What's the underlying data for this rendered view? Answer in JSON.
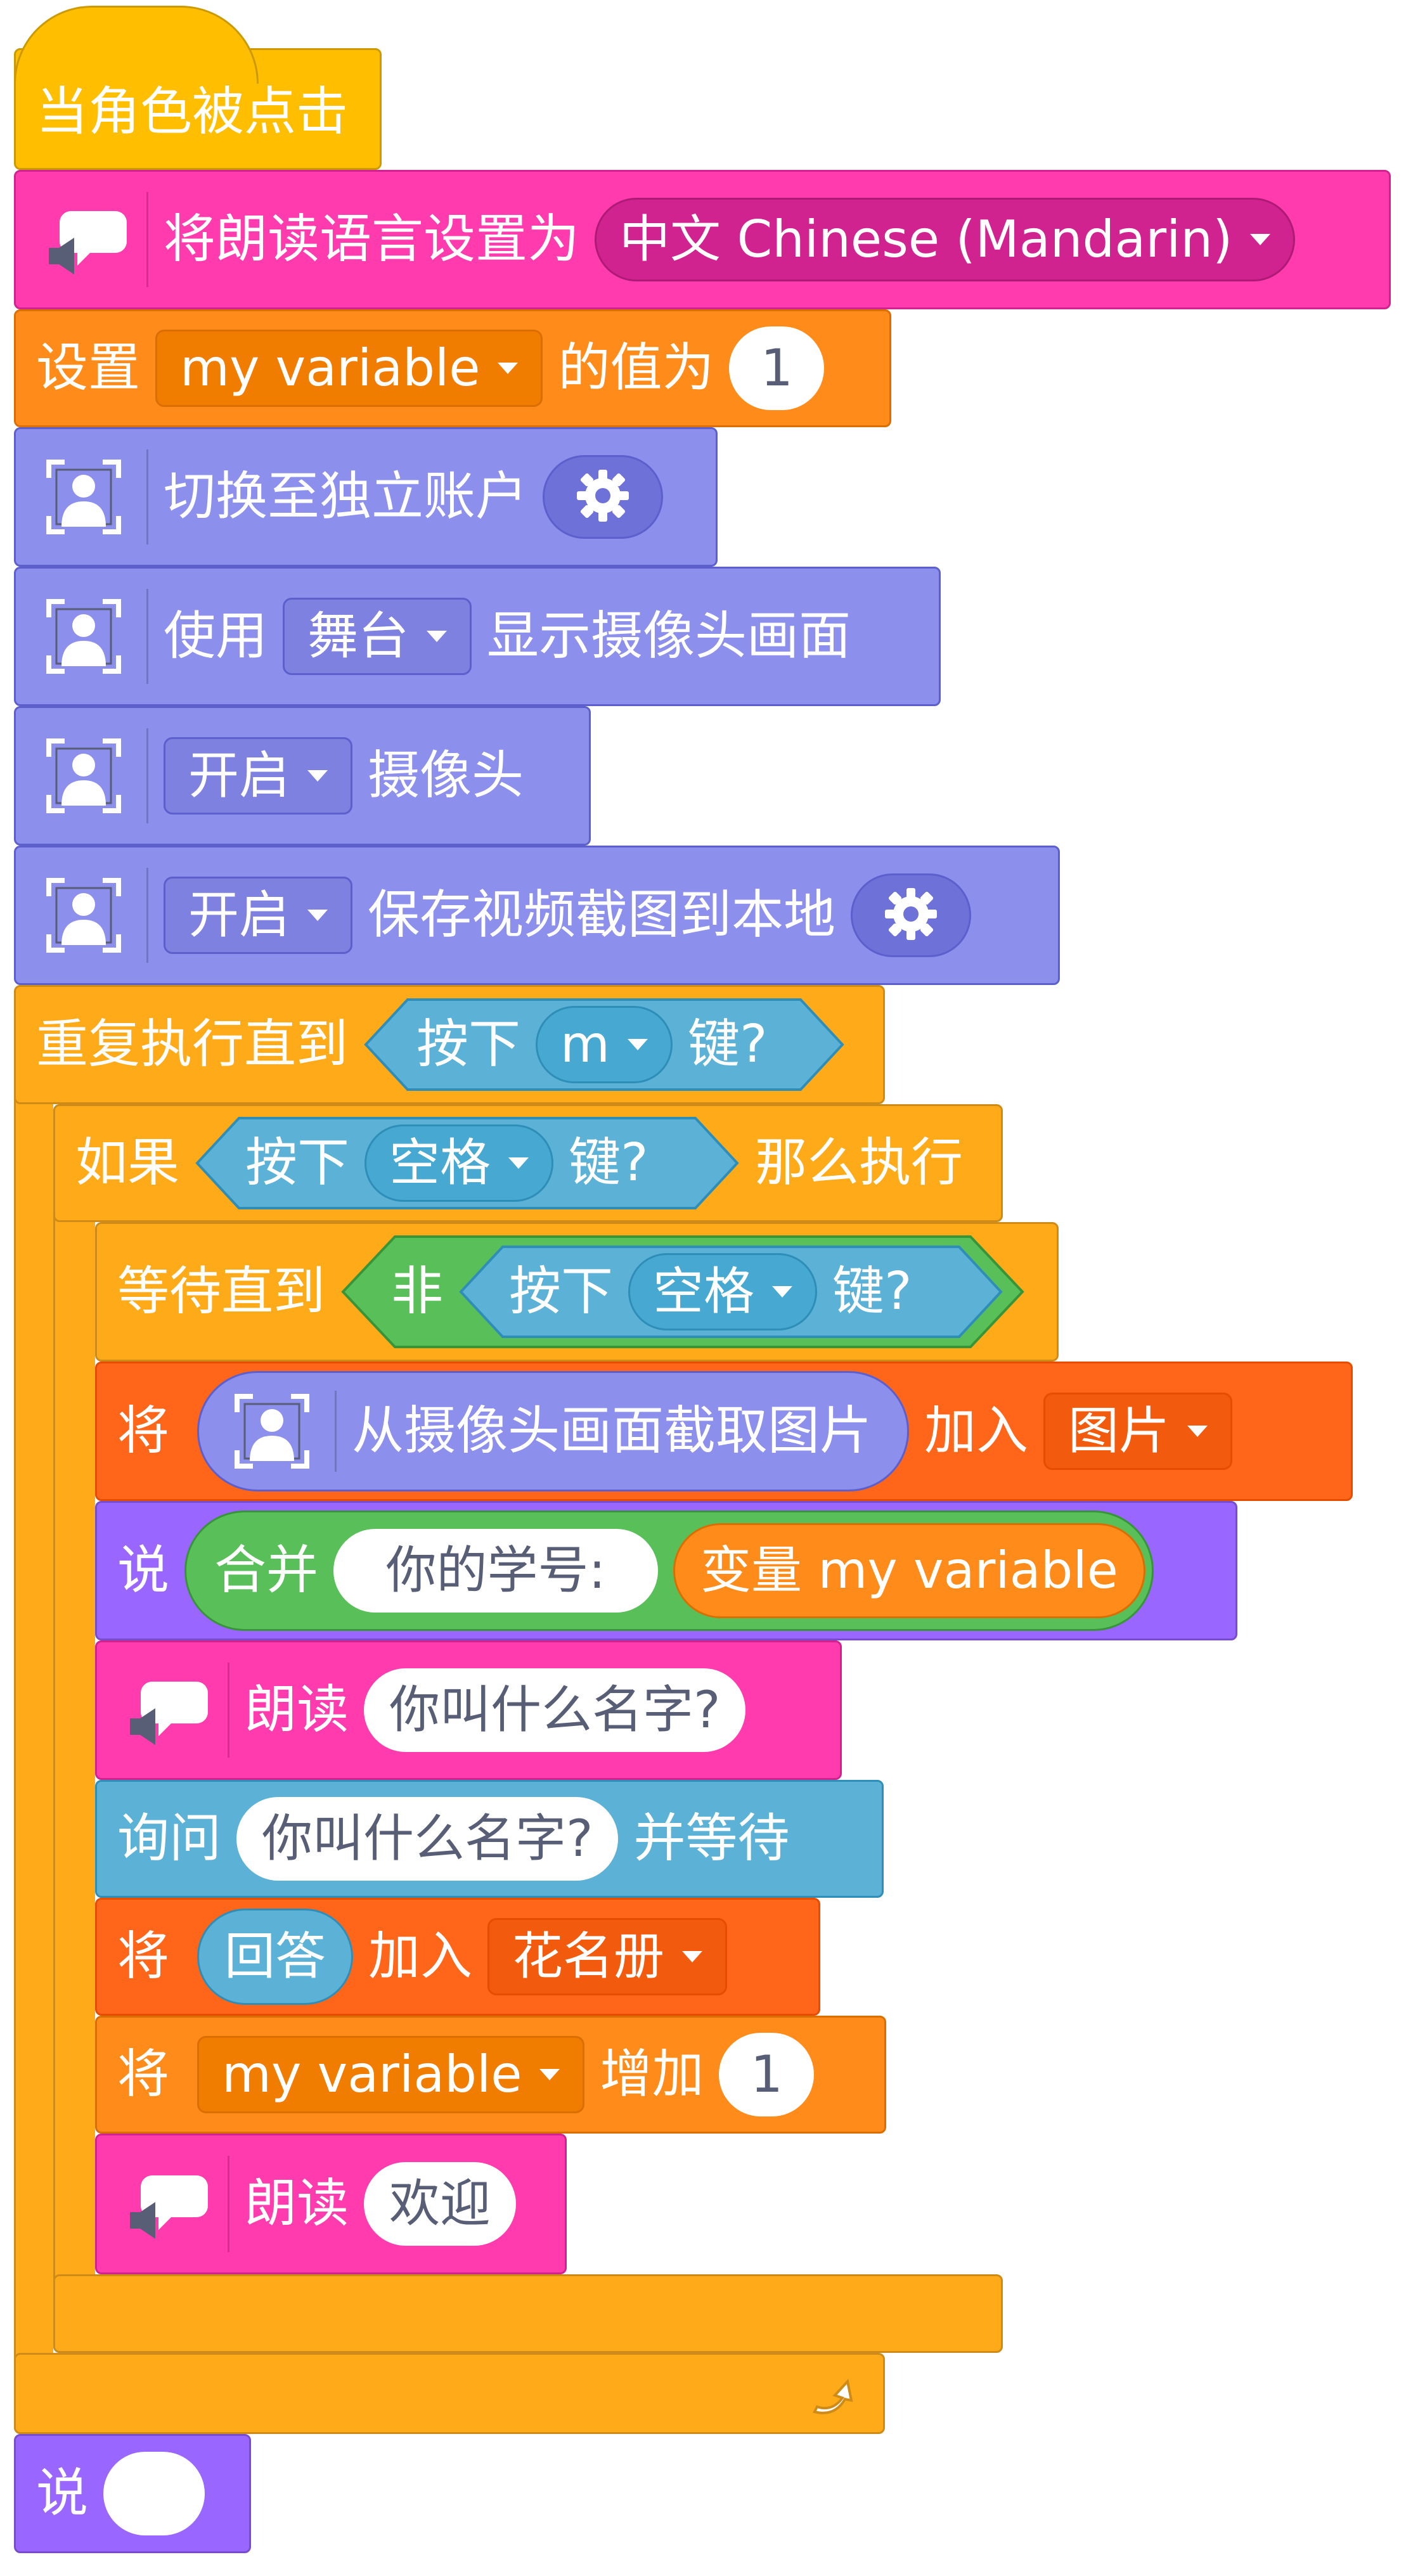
{
  "colors": {
    "event": "#FFBF00",
    "event_border": "#CC9900",
    "tts": "#FF3BAE",
    "tts_border": "#D1238F",
    "variables": "#FF8C1A",
    "variables_border": "#DB6E00",
    "camera": "#8C8FEB",
    "camera_border": "#5C5FCC",
    "control": "#FFAB19",
    "control_border": "#CF8B17",
    "sensing": "#5CB1D6",
    "sensing_border": "#2E8EB8",
    "operators": "#59C059",
    "operators_border": "#389438",
    "looks": "#9966FF",
    "looks_border": "#774DCB",
    "lists": "#FF661A",
    "lists_border": "#E64D00",
    "text_white": "#FFFFFF",
    "input_text": "#575E75"
  },
  "blocks": {
    "when_clicked": {
      "label": "当角色被点击"
    },
    "set_tts_language": {
      "icon": "speech-bubble-speaker-icon",
      "label": "将朗读语言设置为",
      "value": "中文 Chinese (Mandarin)"
    },
    "set_variable": {
      "label_before": "设置",
      "variable": "my variable",
      "label_after": "的值为",
      "value": "1"
    },
    "switch_account": {
      "icon": "camera-person-icon",
      "label": "切换至独立账户",
      "gear_icon": "gear-icon"
    },
    "show_camera": {
      "icon": "camera-person-icon",
      "label_before": "使用",
      "target": "舞台",
      "label_after": "显示摄像头画面"
    },
    "camera_toggle": {
      "icon": "camera-person-icon",
      "state": "开启",
      "label": "摄像头"
    },
    "save_snapshot": {
      "icon": "camera-person-icon",
      "state": "开启",
      "label": "保存视频截图到本地",
      "gear_icon": "gear-icon"
    },
    "repeat_until": {
      "label": "重复执行直到",
      "cond_before": "按下",
      "key": "m",
      "cond_after": "键?",
      "loop_icon": "loop-arrow-icon"
    },
    "if_then": {
      "label_before": "如果",
      "cond_before": "按下",
      "key": "空格",
      "cond_after": "键?",
      "label_after": "那么执行"
    },
    "wait_until": {
      "label": "等待直到",
      "not_label": "非",
      "cond_before": "按下",
      "key": "空格",
      "cond_after": "键?"
    },
    "add_snapshot": {
      "label_before": "将",
      "reporter_icon": "camera-person-icon",
      "reporter_label": "从摄像头画面截取图片",
      "label_mid": "加入",
      "list": "图片"
    },
    "say_join": {
      "label": "说",
      "join_label": "合并",
      "text1": "你的学号:",
      "var_label": "变量 my variable"
    },
    "speak_1": {
      "icon": "speech-bubble-speaker-icon",
      "label": "朗读",
      "text": "你叫什么名字?"
    },
    "ask_wait": {
      "label_before": "询问",
      "text": "你叫什么名字?",
      "label_after": "并等待"
    },
    "add_answer": {
      "label_before": "将",
      "reporter": "回答",
      "label_mid": "加入",
      "list": "花名册"
    },
    "change_variable": {
      "label_before": "将",
      "variable": "my variable",
      "label_mid": "增加",
      "value": "1"
    },
    "speak_2": {
      "icon": "speech-bubble-speaker-icon",
      "label": "朗读",
      "text": "欢迎"
    },
    "say_empty": {
      "label": "说",
      "text": ""
    }
  }
}
